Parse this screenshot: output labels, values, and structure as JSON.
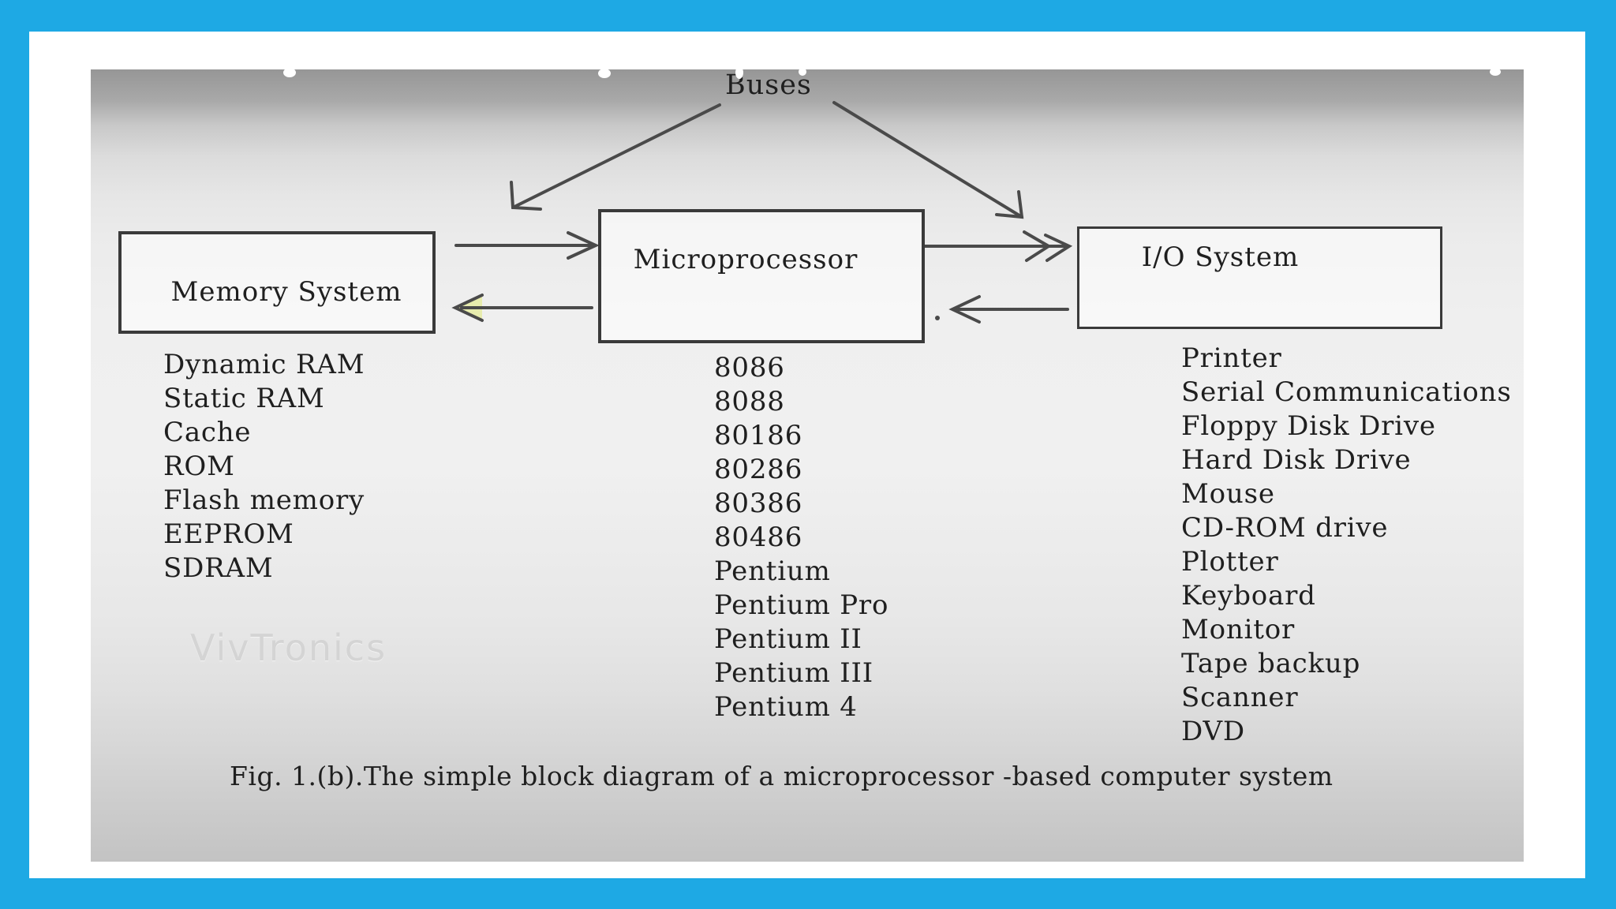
{
  "figure": {
    "bus_label": "Buses",
    "blocks": [
      {
        "title": "Memory System",
        "items": [
          "Dynamic RAM",
          "Static RAM",
          "Cache",
          "ROM",
          "Flash memory",
          "EEPROM",
          "SDRAM"
        ]
      },
      {
        "title": "Microprocessor",
        "items": [
          "8086",
          "8088",
          "80186",
          "80286",
          "80386",
          "80486",
          "Pentium",
          "Pentium Pro",
          "Pentium II",
          "Pentium III",
          "Pentium 4"
        ]
      },
      {
        "title": "I/O System",
        "items": [
          "Printer",
          "Serial Communications",
          "Floppy Disk Drive",
          "Hard Disk Drive",
          "Mouse",
          "CD-ROM drive",
          "Plotter",
          "Keyboard",
          "Monitor",
          "Tape backup",
          "Scanner",
          "DVD"
        ]
      }
    ],
    "watermark": "VivTronics",
    "caption": "Fig. 1.(b).The simple block diagram of a microprocessor -based computer system"
  },
  "colors": {
    "frame_border": "#1ea9e4",
    "mat_background": "#ffffff",
    "panel_gray_top": "#969696",
    "panel_gray_mid": "#f0f0f0",
    "panel_gray_bottom": "#c3c3c3",
    "box_border": "#3a3a3a",
    "text": "#1f1f1f",
    "arrow": "#4a4a4a",
    "return_arrowhead_fill": "#e7ecae",
    "watermark_text": "#d4d4d4"
  }
}
